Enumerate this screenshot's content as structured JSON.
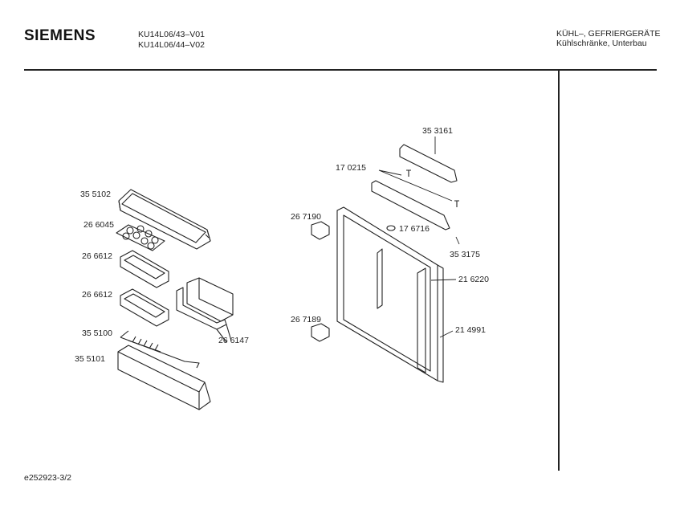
{
  "header": {
    "brand": "SIEMENS",
    "models": [
      "KU14L06/43–V01",
      "KU14L06/44–V02"
    ],
    "category_line1": "KÜHL–, GEFRIERGERÄTE",
    "category_line2": "Kühlschränke, Unterbau"
  },
  "footer": {
    "doc_id": "e252923-3/2"
  },
  "parts": {
    "p355102": "35 5102",
    "p266045": "26 6045",
    "p266612a": "26 6612",
    "p266612b": "26 6612",
    "p355100": "35 5100",
    "p355101": "35 5101",
    "p266147": "26 6147",
    "p353161": "35 3161",
    "p170215": "17 0215",
    "p267190": "26 7190",
    "p176716": "17 6716",
    "p353175": "35 3175",
    "p216220": "21 6220",
    "p267189": "26 7189",
    "p214991": "21 4991"
  }
}
